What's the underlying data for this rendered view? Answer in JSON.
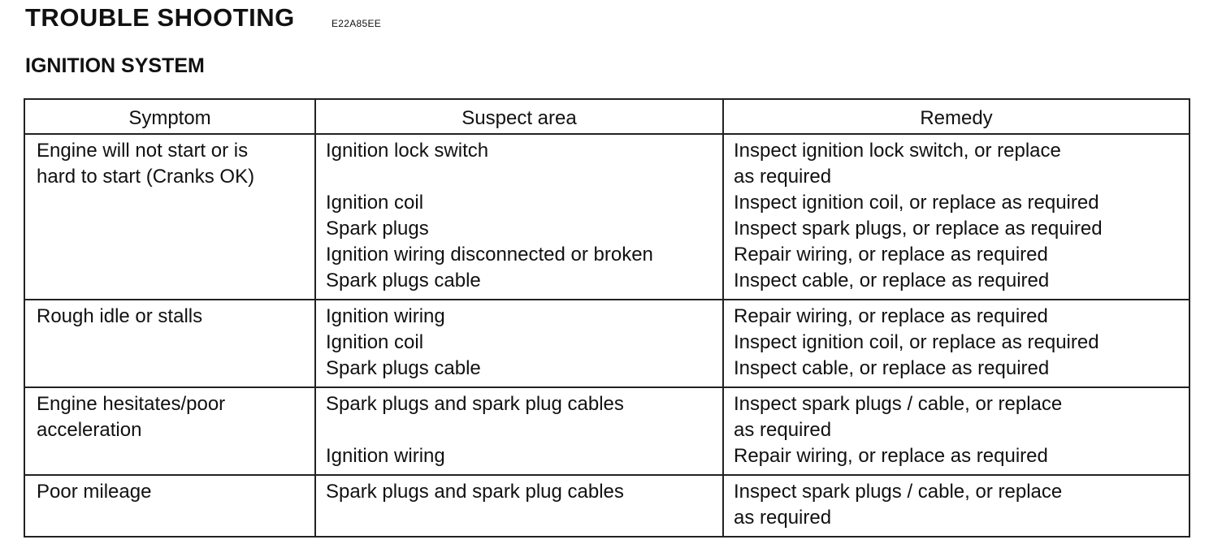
{
  "header": {
    "title": "TROUBLE SHOOTING",
    "code": "E22A85EE",
    "section": "IGNITION SYSTEM"
  },
  "table": {
    "columns": [
      "Symptom",
      "Suspect area",
      "Remedy"
    ],
    "rows": [
      {
        "symptom": [
          "Engine will not start or is",
          "hard to start (Cranks OK)"
        ],
        "suspect": [
          "Ignition lock switch",
          "",
          "Ignition coil",
          "Spark plugs",
          "Ignition wiring disconnected or broken",
          "Spark plugs cable"
        ],
        "remedy": [
          "Inspect ignition lock switch, or replace",
          "as required",
          "Inspect ignition coil, or replace as required",
          "Inspect spark plugs, or replace as required",
          "Repair wiring, or replace as required",
          "Inspect cable, or replace as required"
        ]
      },
      {
        "symptom": [
          "Rough idle or stalls"
        ],
        "suspect": [
          "Ignition wiring",
          "Ignition coil",
          "Spark plugs cable"
        ],
        "remedy": [
          "Repair wiring, or replace as required",
          "Inspect ignition coil, or replace as required",
          "Inspect cable, or replace as required"
        ]
      },
      {
        "symptom": [
          "Engine hesitates/poor",
          "acceleration"
        ],
        "suspect": [
          "Spark plugs and spark plug cables",
          "",
          "Ignition wiring"
        ],
        "remedy": [
          "Inspect spark plugs / cable, or replace",
          "as required",
          "Repair wiring, or replace as required"
        ]
      },
      {
        "symptom": [
          "Poor mileage"
        ],
        "suspect": [
          "Spark plugs and spark plug cables"
        ],
        "remedy": [
          "Inspect spark plugs / cable, or replace",
          "as required"
        ]
      }
    ]
  }
}
